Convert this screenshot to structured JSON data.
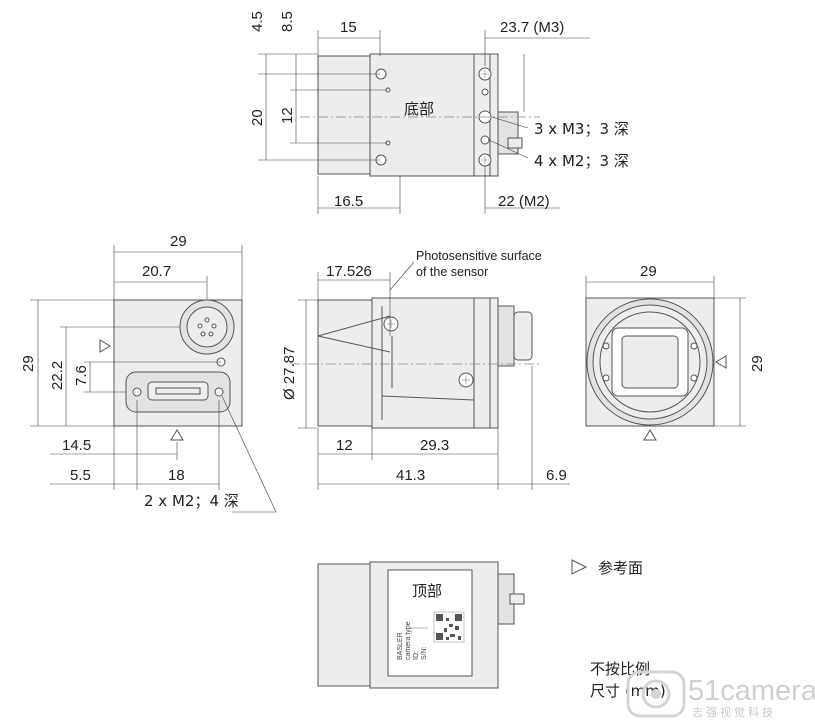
{
  "dimensions": {
    "top_view": {
      "d_4_5": "4.5",
      "d_8_5": "8.5",
      "d_15": "15",
      "d_23_7": "23.7 (M3)",
      "d_20": "20",
      "d_12": "12",
      "d_16_5": "16.5",
      "d_22": "22 (M2)",
      "label_bottom": "底部",
      "note_m3": "3 x M3；3 深",
      "note_m2": "4 x M2；3 深"
    },
    "back_view": {
      "d_29": "29",
      "d_20_7": "20.7",
      "d_29_v": "29",
      "d_22_2": "22.2",
      "d_7_6": "7.6",
      "d_14_5": "14.5",
      "d_5_5": "5.5",
      "d_18": "18",
      "note_m2": "2 x M2；4 深"
    },
    "side_view": {
      "d_17_526": "17.526",
      "photosensitive_line1": "Photosensitive surface",
      "photosensitive_line2": "of the sensor",
      "d_diameter": "Ø 27.87",
      "d_12": "12",
      "d_29_3": "29.3",
      "d_41_3": "41.3",
      "d_6_9": "6.9"
    },
    "front_view": {
      "d_29": "29",
      "d_29_v": "29"
    },
    "top_label_view": {
      "label_top": "顶部",
      "label_brand": "BASLER",
      "label_type": "camera type",
      "label_id": "ID:",
      "label_sn": "S/N:"
    }
  },
  "legend": {
    "reference_plane": "参考面",
    "not_to_scale": "不按比例",
    "units": "尺寸 (mm)"
  },
  "watermark": {
    "brand": "51camera",
    "sub": "志强视觉科技"
  }
}
